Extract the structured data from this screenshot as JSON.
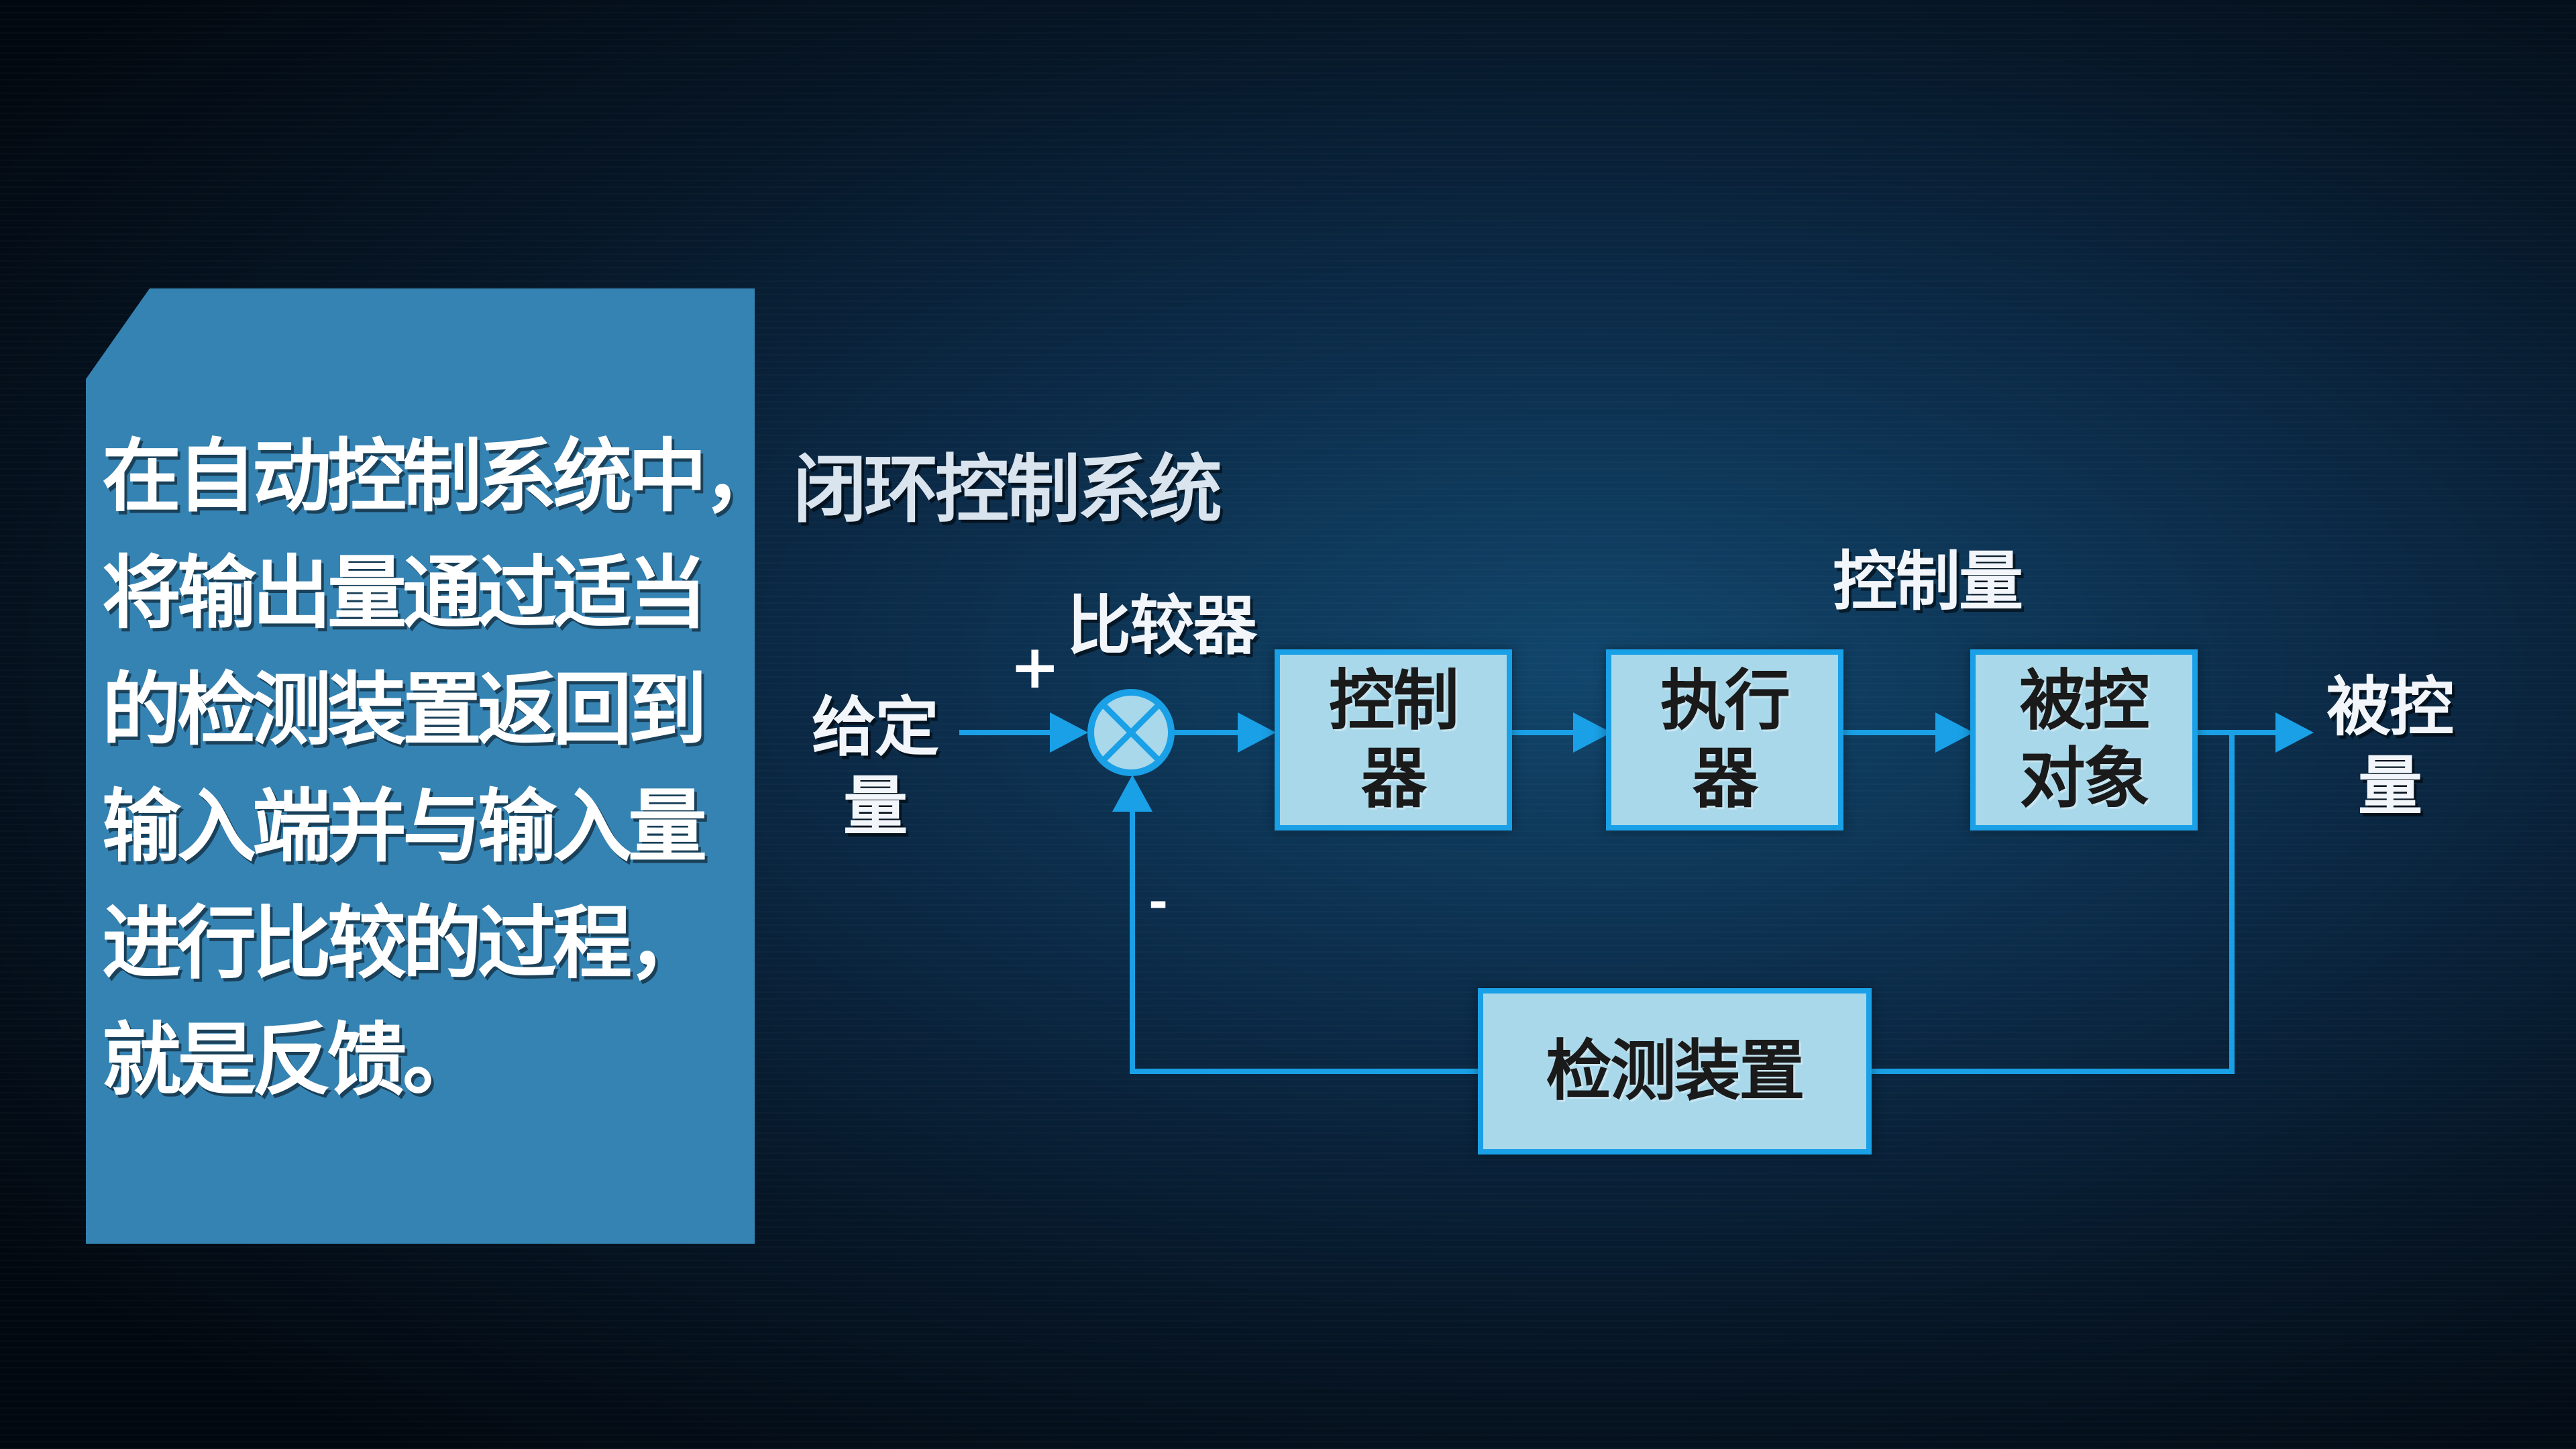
{
  "panel": {
    "lines": [
      "在自动控制系统中，",
      "将输出量通过适当",
      "的检测装置返回到",
      "输入端并与输入量",
      "进行比较的过程，",
      "就是反馈。"
    ]
  },
  "diagram": {
    "title": "闭环控制系统",
    "input_label": "给定\n量",
    "plus_sign": "+",
    "minus_sign": "-",
    "comparator_label": "比较器",
    "control_signal_label": "控制量",
    "output_label": "被控\n量",
    "blocks": {
      "controller": "控制\n器",
      "actuator": "执行\n器",
      "plant": "被控\n对象",
      "sensor": "检测装置"
    }
  },
  "colors": {
    "line": "#1aa0e6",
    "block_fill": "#a9d8ea",
    "panel": "#3583b3"
  }
}
